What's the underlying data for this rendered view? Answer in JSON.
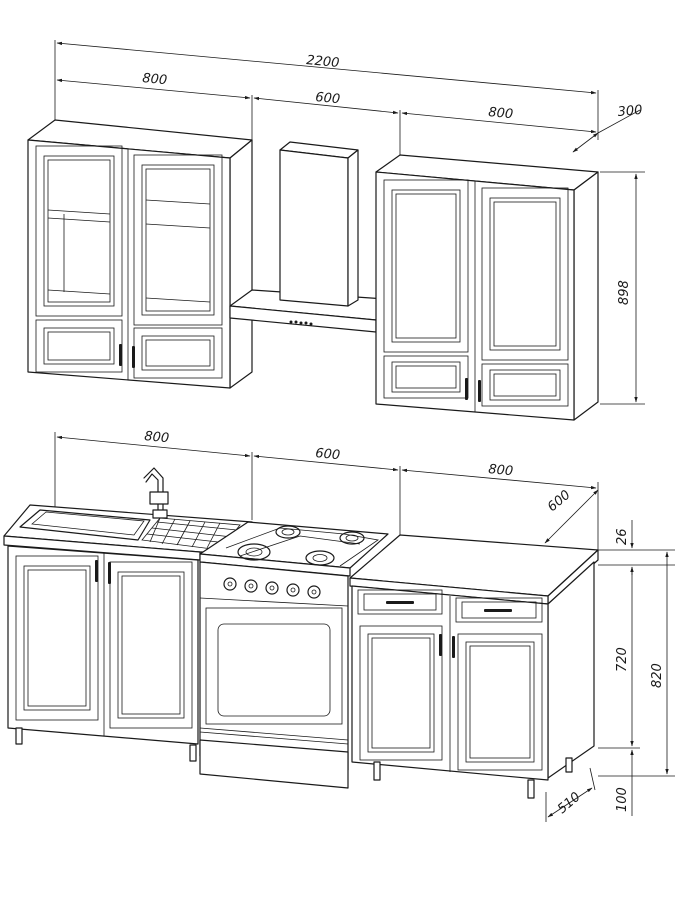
{
  "dimensions": {
    "total_width": "2200",
    "upper_left_width": "800",
    "hood_width": "600",
    "upper_right_width": "800",
    "upper_depth": "300",
    "upper_height": "898",
    "lower_left_width": "800",
    "stove_width": "600",
    "lower_right_width": "800",
    "lower_depth": "600",
    "countertop_thickness": "26",
    "cabinet_body_height": "720",
    "total_lower_height": "820",
    "legs_height": "100",
    "cabinet_depth": "510"
  }
}
